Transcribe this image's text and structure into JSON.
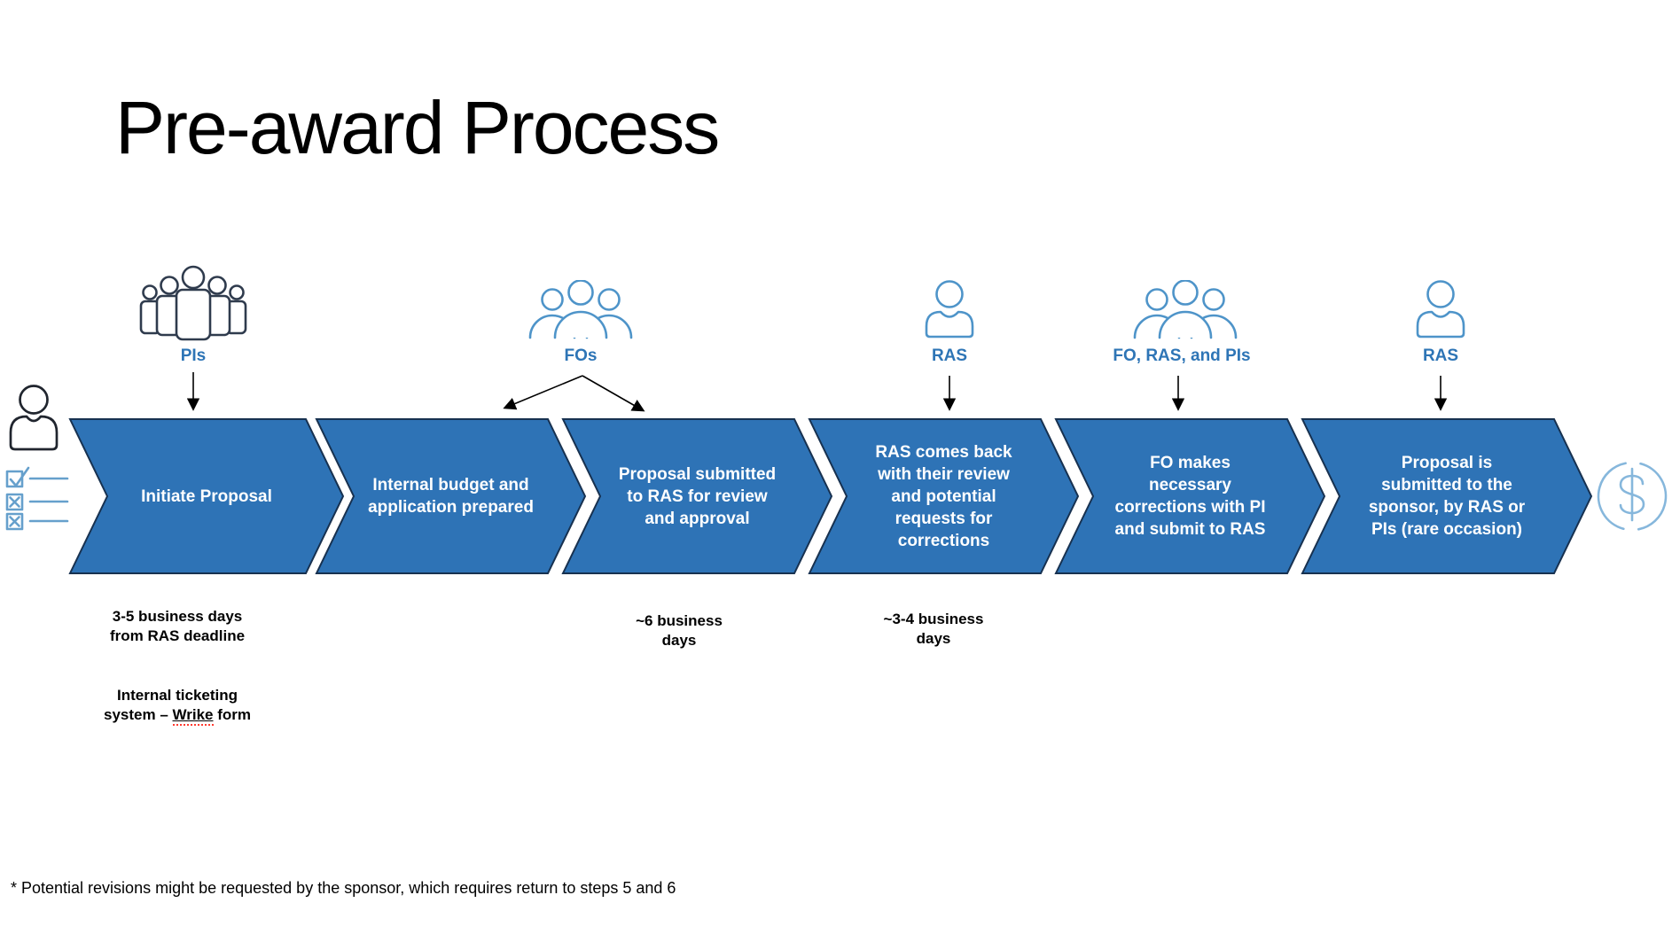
{
  "title": "Pre-award Process",
  "actors": [
    {
      "id": "pis",
      "label": "PIs",
      "icon": "crowd-5-people-icon"
    },
    {
      "id": "fos",
      "label": "FOs",
      "icon": "group-3-people-icon"
    },
    {
      "id": "ras-review",
      "label": "RAS",
      "icon": "single-person-icon"
    },
    {
      "id": "fo-ras-pis",
      "label": "FO, RAS, and PIs",
      "icon": "group-3-people-icon"
    },
    {
      "id": "ras-submit",
      "label": "RAS",
      "icon": "single-person-icon"
    }
  ],
  "steps": [
    {
      "label": "Initiate Proposal"
    },
    {
      "label": "Internal budget and\napplication prepared"
    },
    {
      "label": "Proposal submitted\nto RAS for review\nand approval"
    },
    {
      "label": "RAS comes back\nwith their review\nand potential\nrequests for\ncorrections"
    },
    {
      "label": "FO makes\nnecessary\ncorrections with PI\nand submit to RAS"
    },
    {
      "label": "Proposal is\nsubmitted to the\nsponsor, by RAS or\nPIs (rare occasion)"
    }
  ],
  "annotations": {
    "step1_duration": "3-5 business days\nfrom RAS deadline",
    "step1_ticketing_prefix": "Internal ticketing\nsystem – ",
    "step1_ticketing_link": "Wrike",
    "step1_ticketing_suffix": " form",
    "step3_duration": "~6 business\ndays",
    "step4_duration": "~3-4 business\ndays"
  },
  "footnote": "* Potential revisions might be requested by the sponsor, which requires return to steps 5 and 6",
  "icons": {
    "start": "person-with-checklist-icon",
    "end": "dollar-circle-icon"
  },
  "colors": {
    "chevron_fill": "#2e73b6",
    "chevron_outline": "#173150",
    "step_text": "#ffffff",
    "actor_label_blue": "#2e75b6",
    "actor_icon_blue": "#4e94c9",
    "pis_icon_dark": "#2f3b4d",
    "checklist_blue": "#66a0cc",
    "dollar_blue": "#86b7dc",
    "arrow": "#000000",
    "spellcheck_red": "#ff3b30"
  }
}
